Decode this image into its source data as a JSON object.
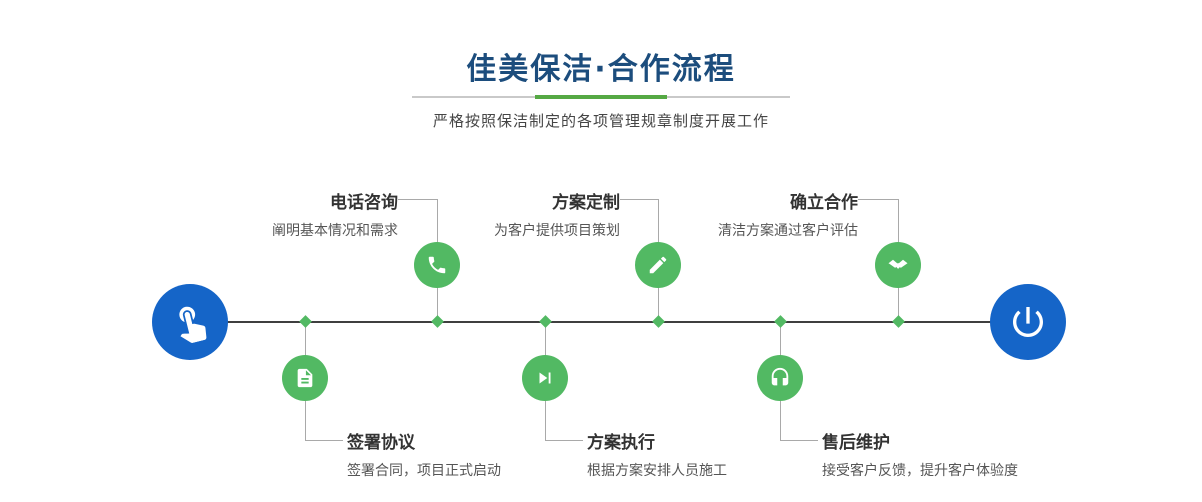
{
  "header": {
    "title": "佳美保洁·合作流程",
    "subtitle": "严格按照保洁制定的各项管理规章制度开展工作"
  },
  "colors": {
    "title_navy": "#1c4d7d",
    "accent_green": "#52b963",
    "accent_blue": "#1565c8",
    "timeline_line": "#3f3f3f",
    "connector_line": "#a9a9a9"
  },
  "timeline": {
    "start_icon": "touch-hand-icon",
    "end_icon": "power-icon"
  },
  "steps_top": [
    {
      "title": "电话咨询",
      "desc": "阐明基本情况和需求",
      "icon": "phone-icon"
    },
    {
      "title": "方案定制",
      "desc": "为客户提供项目策划",
      "icon": "pen-icon"
    },
    {
      "title": "确立合作",
      "desc": "清洁方案通过客户评估",
      "icon": "handshake-icon"
    }
  ],
  "steps_bottom": [
    {
      "title": "签署协议",
      "desc": "签署合同，项目正式启动",
      "icon": "document-icon"
    },
    {
      "title": "方案执行",
      "desc": "根据方案安排人员施工",
      "icon": "play-icon"
    },
    {
      "title": "售后维护",
      "desc": "接受客户反馈，提升客户体验度",
      "icon": "headset-icon"
    }
  ]
}
